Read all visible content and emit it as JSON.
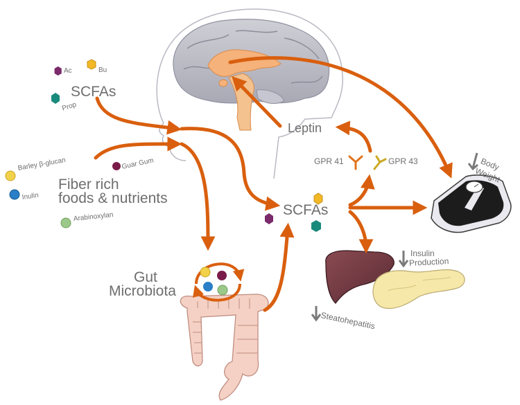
{
  "top": {
    "ac": "Ac",
    "bu": "Bu",
    "prop": "Prop",
    "scfas": "SCFAs"
  },
  "fiber": {
    "line1": "Fiber rich",
    "line2": "foods & nutrients",
    "barley": "Barley β-glucan",
    "guar": "Guar Gum",
    "inulin": "Inulin",
    "arabinoxylan": "Arabinoxylan"
  },
  "gut": {
    "line1": "Gut",
    "line2": "Microbiota"
  },
  "center": {
    "scfas": "SCFAs",
    "leptin": "Leptin",
    "gpr41": "GPR 41",
    "gpr43": "GPR 43"
  },
  "outcomes": {
    "body1": "Body",
    "body2": "Weight",
    "insulin1": "Insulin",
    "insulin2": "Production",
    "steato": "Steatohepatitis"
  },
  "colors": {
    "arrow": "#d95f0e",
    "text": "#6e6e6e",
    "acetate": "#7b2a6b",
    "butyrate": "#f2b826",
    "propionate": "#1a8a7c",
    "barley": "#f2d24b",
    "guar": "#7a1c4a",
    "inulin": "#2a7fc6",
    "arabinoxylan": "#9bc98a"
  }
}
